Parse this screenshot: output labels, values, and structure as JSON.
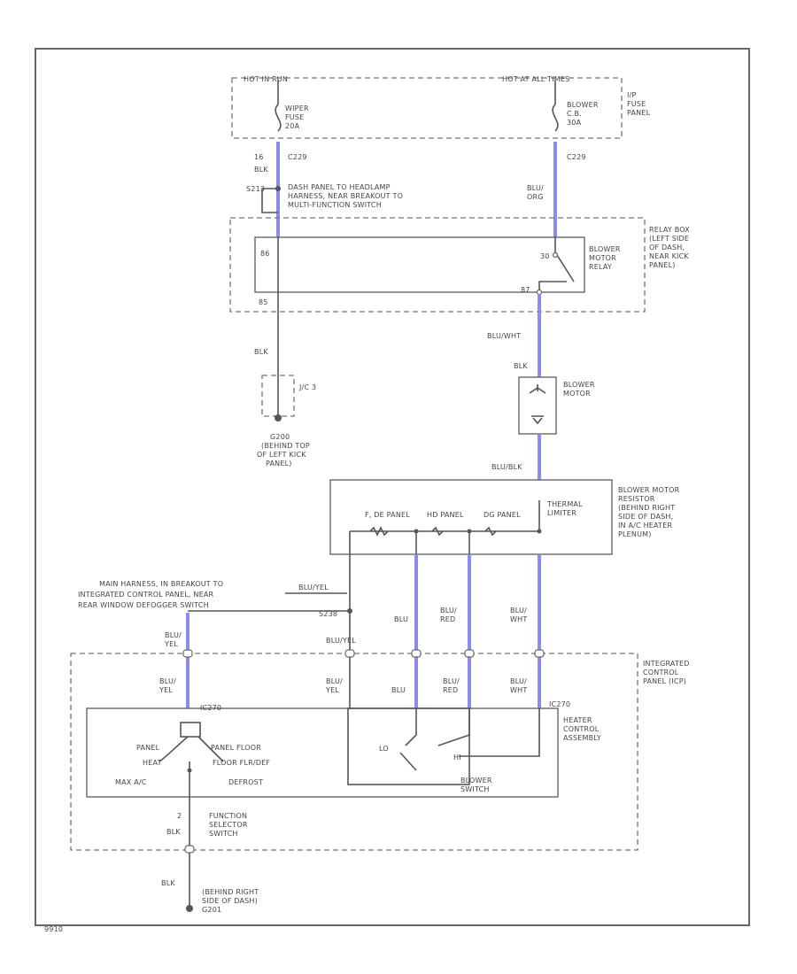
{
  "top": {
    "hot_in_run": "HOT IN RUN",
    "hot_at_all_times": "HOT AT ALL TIMES",
    "wiper_fuse": [
      "WIPER",
      "FUSE",
      "20A"
    ],
    "blower_cb": [
      "BLOWER",
      "C.B.",
      "30A"
    ],
    "fuse_panel": [
      "I/P",
      "FUSE",
      "PANEL"
    ]
  },
  "wires": {
    "c229_left": "C229",
    "c229_right": "C229",
    "pin_16": "16",
    "blk_left_top": "BLK",
    "s213": "S213",
    "harness_note": [
      "DASH PANEL TO HEADLAMP",
      "HARNESS, NEAR BREAKOUT TO",
      "MULTI-FUNCTION SWITCH"
    ],
    "blu_org": [
      "BLU/",
      "ORG"
    ],
    "blk_ground": "BLK",
    "blu_wht_1": "BLU/WHT",
    "blk_motor": "BLK",
    "blu_blk": "BLU/BLK",
    "blu_yel_top": "BLU/YEL",
    "s238": "S238",
    "blu_yel_mid": "BLU/YEL",
    "blu_yel_left": [
      "BLU/",
      "YEL"
    ],
    "blu_mid_a": "BLU",
    "blu_red_a": [
      "BLU/",
      "RED"
    ],
    "blu_wht_a": [
      "BLU/",
      "WHT"
    ],
    "blu_yel_icp_left": [
      "BLU/",
      "YEL"
    ],
    "blu_yel_icp_mid": [
      "BLU/",
      "YEL"
    ],
    "blu_icp_mid": "BLU",
    "blu_red_icp": [
      "BLU/",
      "RED"
    ],
    "blu_wht_icp": [
      "BLU/",
      "WHT"
    ],
    "blk_bottom_1": "BLK",
    "blk_bottom_2": "BLK",
    "pin_2": "2"
  },
  "relay": {
    "pin_86": "86",
    "pin_85": "85",
    "pin_30": "30",
    "pin_87": "87",
    "label": [
      "BLOWER",
      "MOTOR",
      "RELAY"
    ],
    "relay_box": [
      "RELAY BOX",
      "(LEFT SIDE",
      "OF DASH,",
      "NEAR KICK",
      "PANEL)"
    ]
  },
  "ground_top": {
    "jc": "J/C 3",
    "g200": [
      "G200",
      "(BEHIND TOP",
      "OF LEFT KICK",
      "PANEL)"
    ]
  },
  "motor": {
    "label": [
      "BLOWER",
      "MOTOR"
    ]
  },
  "resistor": {
    "panel_labels": [
      "F, DE PANEL",
      "HD PANEL",
      "DG PANEL"
    ],
    "thermal": [
      "THERMAL",
      "LIMITER"
    ],
    "label": [
      "BLOWER MOTOR",
      "RESISTOR",
      "(BEHIND RIGHT",
      "SIDE OF DASH,",
      "IN A/C HEATER",
      "PLENUM)"
    ]
  },
  "main_harness": [
    "MAIN HARNESS, IN BREAKOUT TO",
    "INTEGRATED CONTROL PANEL, NEAR",
    "REAR WINDOW DEFOGGER SWITCH"
  ],
  "icp": {
    "label": [
      "INTEGRATED",
      "CONTROL",
      "PANEL (ICP)"
    ],
    "heater": [
      "HEATER",
      "CONTROL",
      "ASSEMBLY"
    ],
    "ic270_left": "IC270",
    "ic270_right": "IC270",
    "lo": "LO",
    "hi": "HI",
    "function_left": [
      "PANEL",
      "HEAT"
    ],
    "function_mid": [
      "PANEL FLOOR",
      "FLOOR FLR/DEF"
    ],
    "max_ac": "MAX A/C",
    "defrost": "DEFROST",
    "blower_switch": [
      "BLOWER",
      "SWITCH"
    ],
    "function_selector": [
      "FUNCTION",
      "SELECTOR",
      "SWITCH"
    ]
  },
  "ground_bottom": [
    "(BEHIND RIGHT",
    "SIDE OF DASH)",
    "G201"
  ],
  "footer": "9910"
}
